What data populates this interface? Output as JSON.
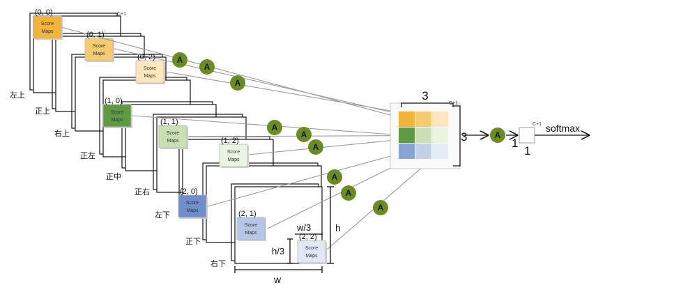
{
  "blocks": [
    {
      "pos": "(0, 0)",
      "line1": "Score",
      "line2": "Maps",
      "side": "左上",
      "color": "#f2b53a"
    },
    {
      "pos": "(0, 1)",
      "line1": "Score",
      "line2": "Maps",
      "side": "正上",
      "color": "#f5cb70"
    },
    {
      "pos": "(0, 2)",
      "line1": "Score",
      "line2": "Maps",
      "side": "右上",
      "color": "#fbe6bd"
    },
    {
      "pos": "(1, 0)",
      "line1": "Score",
      "line2": "Maps",
      "side": "正左",
      "color": "#5f9a43"
    },
    {
      "pos": "(1, 1)",
      "line1": "Score",
      "line2": "Maps",
      "side": "正中",
      "color": "#c8e0b4"
    },
    {
      "pos": "(1, 2)",
      "line1": "Score",
      "line2": "Maps",
      "side": "正右",
      "color": "#ebf3e1"
    },
    {
      "pos": "(2, 0)",
      "line1": "Score",
      "line2": "Maps",
      "side": "左下",
      "color": "#6f8ecc"
    },
    {
      "pos": "(2, 1)",
      "line1": "Score",
      "line2": "Maps",
      "side": "正下",
      "color": "#b5c6e4"
    },
    {
      "pos": "(2, 2)",
      "line1": "Score",
      "line2": "Maps",
      "side": "右下",
      "color": "#e1e8f4"
    }
  ],
  "c_plus_1": "C+1",
  "op_label": "A",
  "grid": {
    "size_top": "3",
    "size_right": "3",
    "colors": [
      "#f2b53a",
      "#f5cb70",
      "#fbe6bd",
      "#5f9a43",
      "#c8e0b4",
      "#ebf3e1",
      "#8aa3d4",
      "#c2d0e9",
      "#e6ecf6"
    ]
  },
  "output": {
    "size_a": "1",
    "size_b": "1",
    "label": "softmax"
  },
  "dims": {
    "w": "w",
    "h": "h",
    "w3": "w/3",
    "h3": "h/3"
  },
  "colors": {
    "a_badge": "#6b8c23",
    "a_text": "#0d1a33",
    "arrow": "#9a9a9a"
  }
}
